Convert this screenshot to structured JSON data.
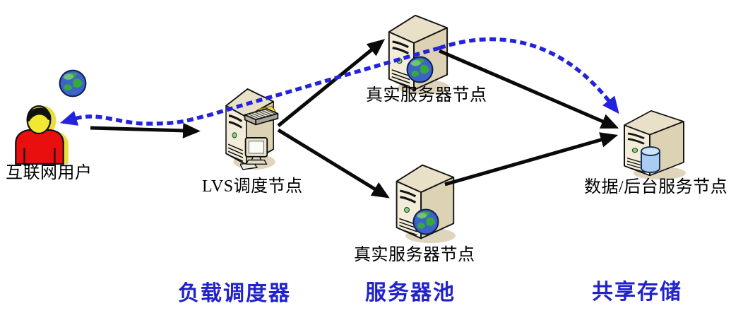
{
  "diagram": {
    "nodes": {
      "internet_user": {
        "label": "互联网用户",
        "icon": "user-with-globe-icon"
      },
      "lvs_director": {
        "label": "LVS调度节点",
        "icon": "tower-server-with-switch-and-pc-icon"
      },
      "real_server_top": {
        "label": "真实服务器节点",
        "icon": "tower-server-with-globe-icon"
      },
      "real_server_bottom": {
        "label": "真实服务器节点",
        "icon": "tower-server-with-globe-icon"
      },
      "backend_server": {
        "label": "数据/后台服务节点",
        "icon": "tower-server-with-database-icon"
      }
    },
    "zone_labels": {
      "load_scheduler": "负载调度器",
      "server_pool": "服务器池",
      "shared_storage": "共享存储"
    },
    "edges": [
      {
        "from": "internet_user",
        "to": "lvs_director",
        "style": "solid-black-arrow"
      },
      {
        "from": "lvs_director",
        "to": "real_server_top",
        "style": "solid-black-arrow"
      },
      {
        "from": "lvs_director",
        "to": "real_server_bottom",
        "style": "solid-black-arrow"
      },
      {
        "from": "real_server_top",
        "to": "backend_server",
        "style": "solid-black-arrow"
      },
      {
        "from": "real_server_bottom",
        "to": "backend_server",
        "style": "solid-black-arrow"
      },
      {
        "from": "real_server_top",
        "to": "internet_user",
        "style": "dashed-blue-arrow",
        "via": "lvs_director"
      },
      {
        "from": "real_server_top",
        "to": "backend_server",
        "style": "dashed-blue-arrow"
      }
    ],
    "colors": {
      "request_flow": "#0a0a0a",
      "response_flow": "#2323dd",
      "zone_text": "#2222cc",
      "node_text": "#000000",
      "server_body": "#e9e1c7",
      "database_cylinder": "#a9cdf0",
      "user_shirt": "#e90f0f"
    }
  }
}
